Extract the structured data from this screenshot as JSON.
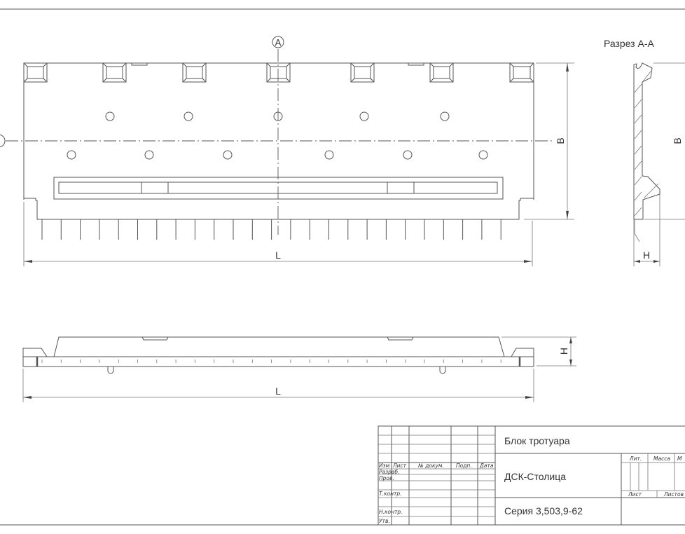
{
  "drawing": {
    "section_marker": "A",
    "section_title": "Разрез А-А",
    "dimensions": {
      "length": "L",
      "width": "B",
      "height": "H"
    }
  },
  "title_block": {
    "product": "Блок тротуара",
    "company": "ДСК-Столица",
    "series": "Серия 3,503,9-62",
    "headers": [
      "Изм",
      "Лист",
      "№ докум.",
      "Подп.",
      "Дата"
    ],
    "roles": [
      "Разраб.",
      "Пров.",
      "Т.контр.",
      "Н.контр.",
      "Утв."
    ],
    "lit_label": "Лит.",
    "mass_label": "Масса",
    "scale_label": "М",
    "sheet_label": "Лист",
    "sheets_label": "Листов"
  }
}
